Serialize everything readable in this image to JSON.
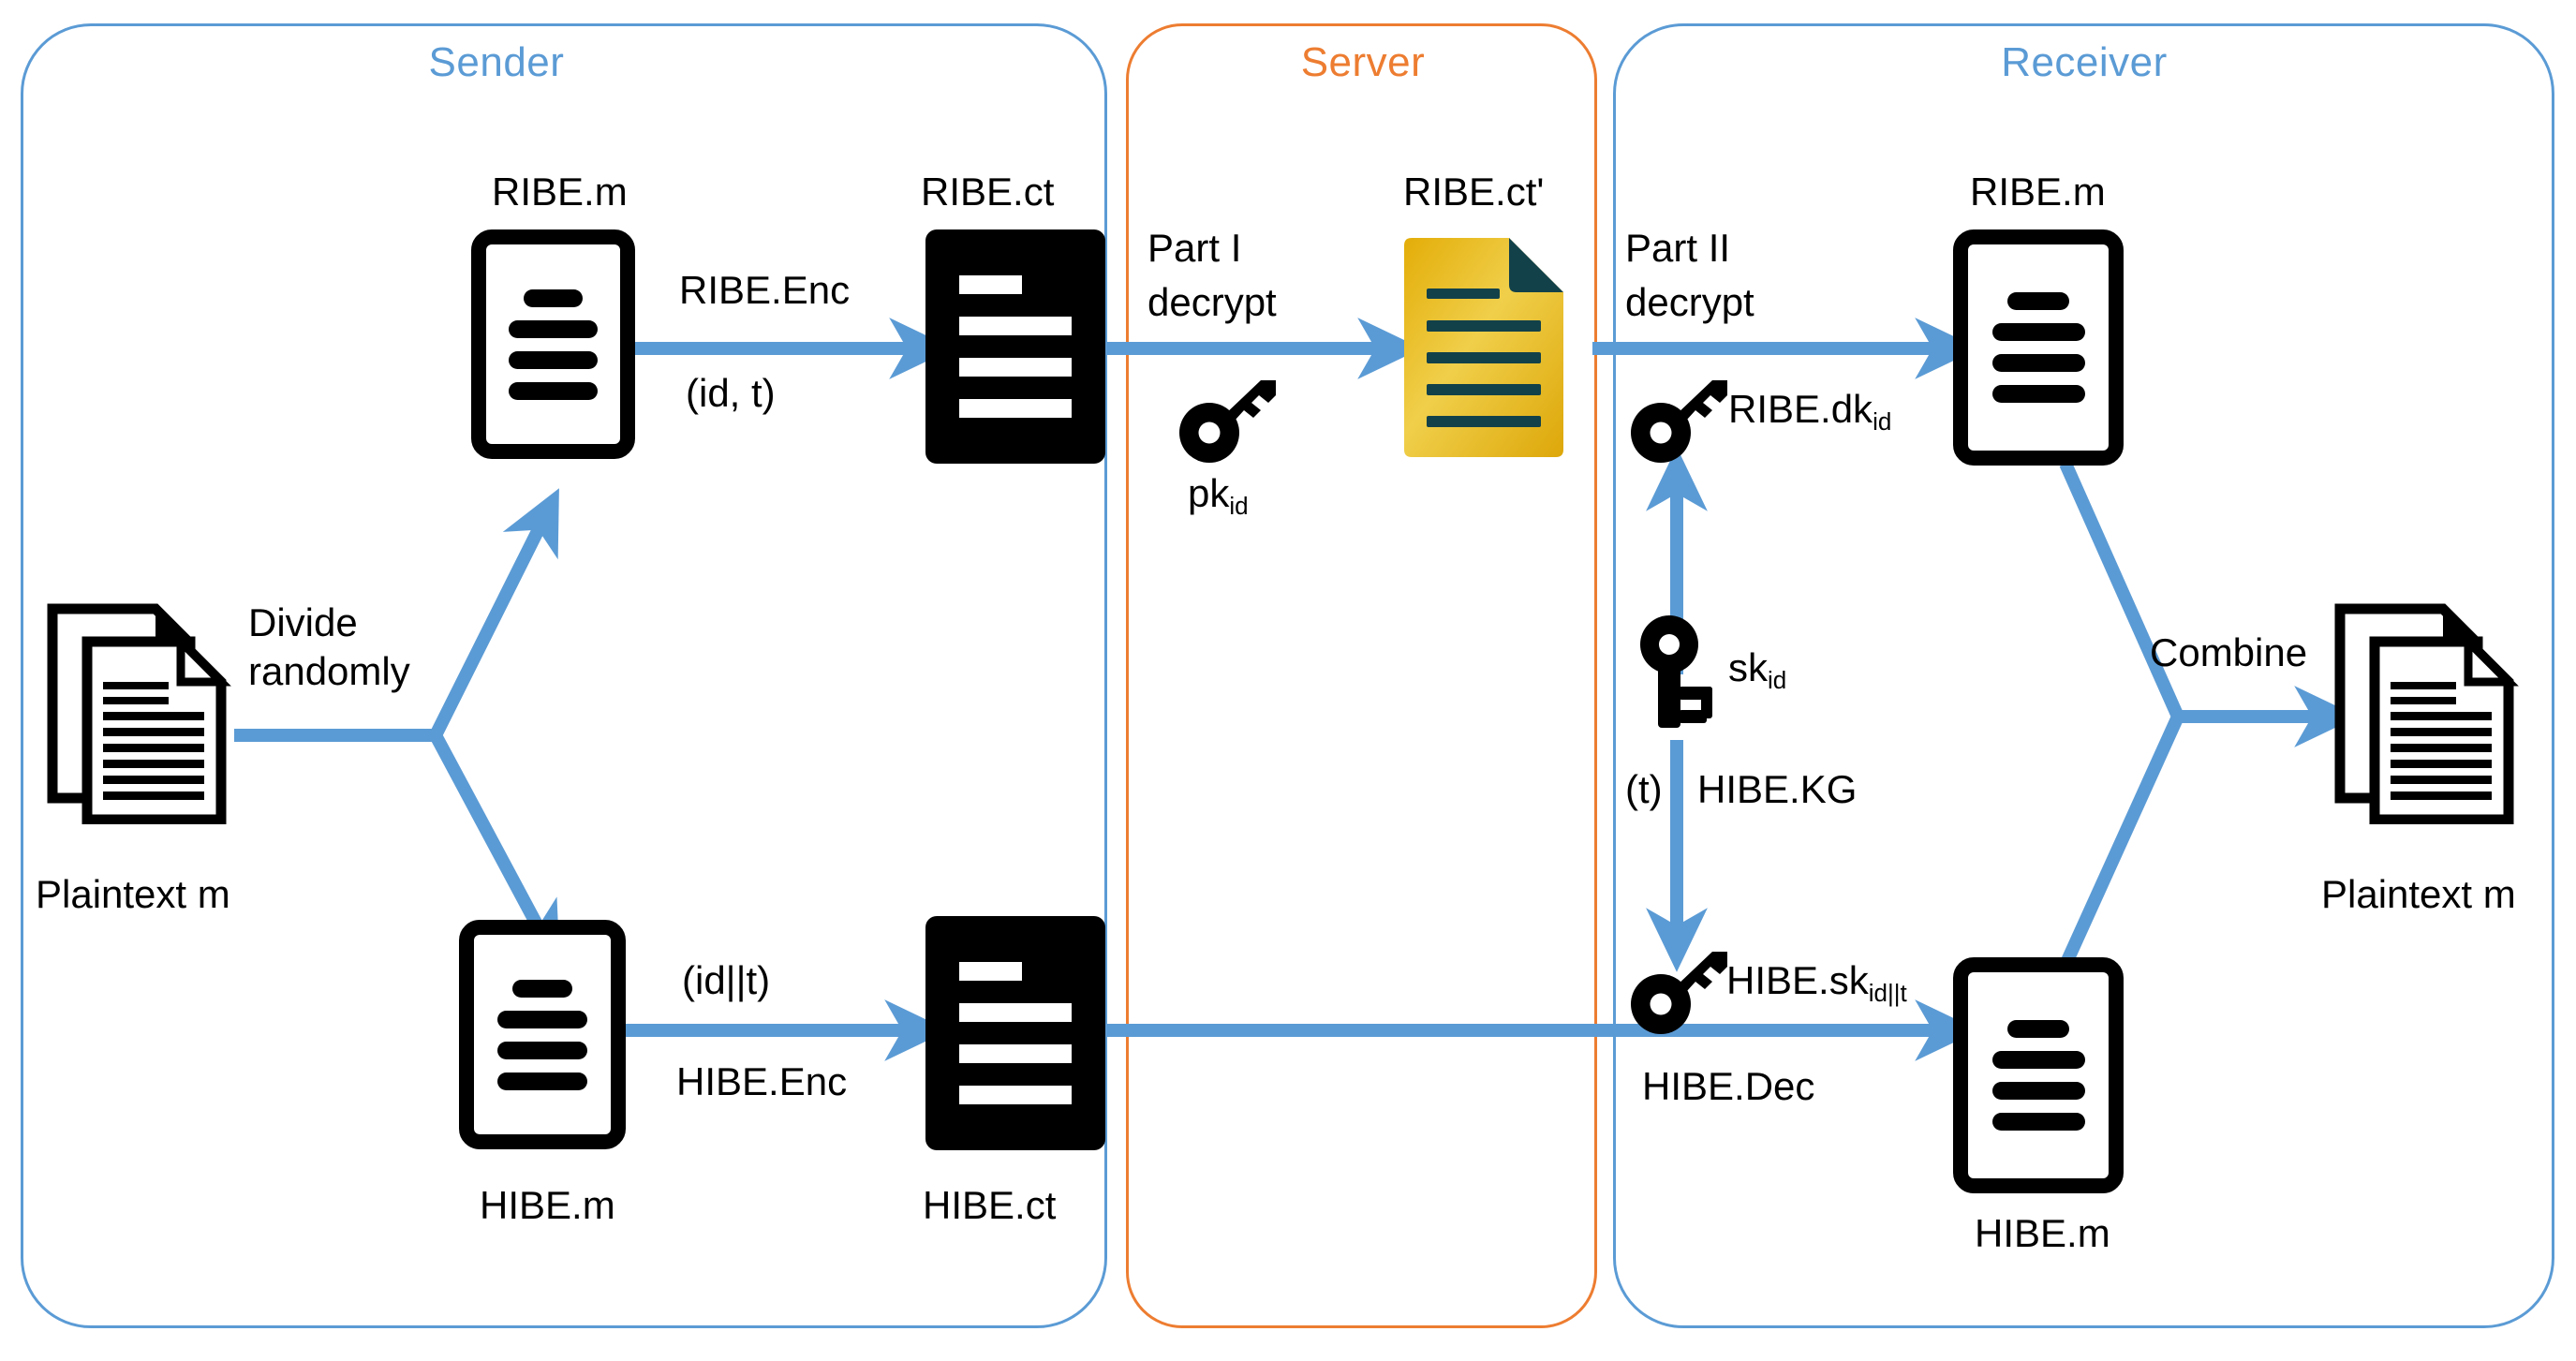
{
  "zones": [
    {
      "id": "sender",
      "title": "Sender",
      "color": "#5b9bd5"
    },
    {
      "id": "server",
      "title": "Server",
      "color": "#ed7d31"
    },
    {
      "id": "receiver",
      "title": "Receiver",
      "color": "#5b9bd5"
    }
  ],
  "sender": {
    "plaintext_label": "Plaintext m",
    "divide_label_line1": "Divide",
    "divide_label_line2": "randomly",
    "ribe_m_label": "RIBE.m",
    "ribe_ct_label": "RIBE.ct",
    "ribe_enc_label": "RIBE.Enc",
    "ribe_enc_args": "(id, t)",
    "hibe_m_label": "HIBE.m",
    "hibe_ct_label": "HIBE.ct",
    "hibe_enc_label": "HIBE.Enc",
    "hibe_enc_args": "(id||t)"
  },
  "server": {
    "part1_line1": "Part I",
    "part1_line2": "decrypt",
    "pk_label": "pk",
    "pk_sub": "id",
    "ribe_ct_prime_label": "RIBE.ct'"
  },
  "receiver": {
    "part2_line1": "Part II",
    "part2_line2": "decrypt",
    "ribe_dk_label": "RIBE.dk",
    "ribe_dk_sub": "id",
    "sk_label": "sk",
    "sk_sub": "id",
    "kg_arg": "(t)",
    "kg_label": "HIBE.KG",
    "hibe_sk_label": "HIBE.sk",
    "hibe_sk_sub": "id||t",
    "hibe_dec_label": "HIBE.Dec",
    "ribe_m_label": "RIBE.m",
    "hibe_m_label": "HIBE.m",
    "combine_label": "Combine",
    "plaintext_label": "Plaintext m"
  },
  "icons": {
    "document_white": "document-icon",
    "document_black": "ciphertext-icon",
    "document_yellow": "partially-decrypted-document-icon",
    "paper_stack": "paper-stack-icon",
    "key": "key-icon"
  },
  "colors": {
    "arrow_blue": "#5b9bd5",
    "zone_blue": "#5b9bd5",
    "zone_orange": "#ed7d31",
    "doc_yellow": "#e8b610",
    "doc_fold": "#12414a",
    "black": "#000000"
  }
}
